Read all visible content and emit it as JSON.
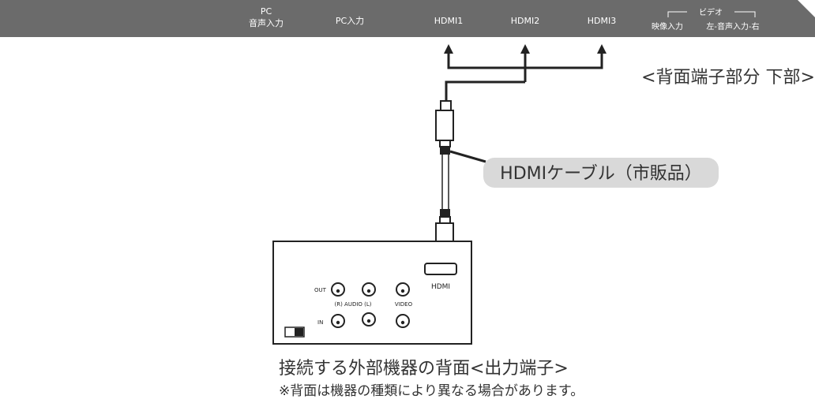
{
  "terminal_bar": {
    "labels": {
      "pc_audio_1": "PC",
      "pc_audio_2": "音声入力",
      "pc_input": "PC入力",
      "hdmi1": "HDMI1",
      "hdmi2": "HDMI2",
      "hdmi3": "HDMI3",
      "video_group": "ビデオ",
      "video_in": "映像入力",
      "audio_lr": "左-音声入力-右"
    }
  },
  "rear_panel_caption": "<背面端子部分 下部>",
  "cable_callout": "HDMIケーブル（市販品）",
  "device_panel": {
    "out_label": "OUT",
    "in_label": "IN",
    "audio_label": "(R) AUDIO (L)",
    "video_label": "VIDEO",
    "hdmi_label": "HDMI"
  },
  "bottom_caption": {
    "line1": "接続する外部機器の背面<出力端子>",
    "line2": "※背面は機器の種類により異なる場合があります。"
  },
  "colors": {
    "bar": "#6b6b6b",
    "callout_bg": "#d9d9d9",
    "line": "#222222"
  }
}
